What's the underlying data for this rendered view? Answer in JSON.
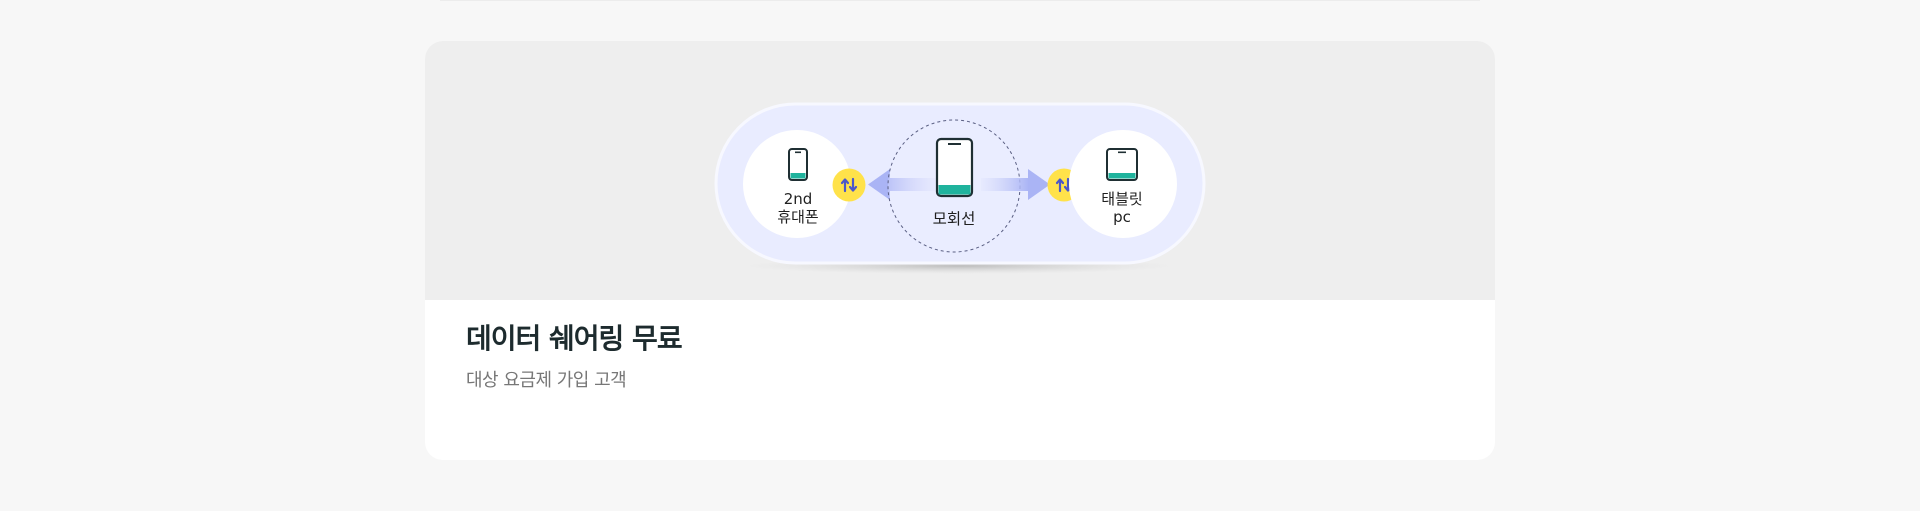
{
  "card": {
    "title": "데이터 쉐어링 무료",
    "subtitle": "대상 요금제 가입 고객"
  },
  "illustration": {
    "left_device_line1": "2nd",
    "left_device_line2": "휴대폰",
    "center_device_label": "모회선",
    "right_device_line1": "태블릿",
    "right_device_line2": "pc",
    "transfer_badge_icon": "up-down-arrows-icon",
    "colors": {
      "pill": "#e9ecff",
      "device_accent": "#1fb39d",
      "badge": "#ffe24a",
      "arrow": "#b3bbf6"
    }
  }
}
